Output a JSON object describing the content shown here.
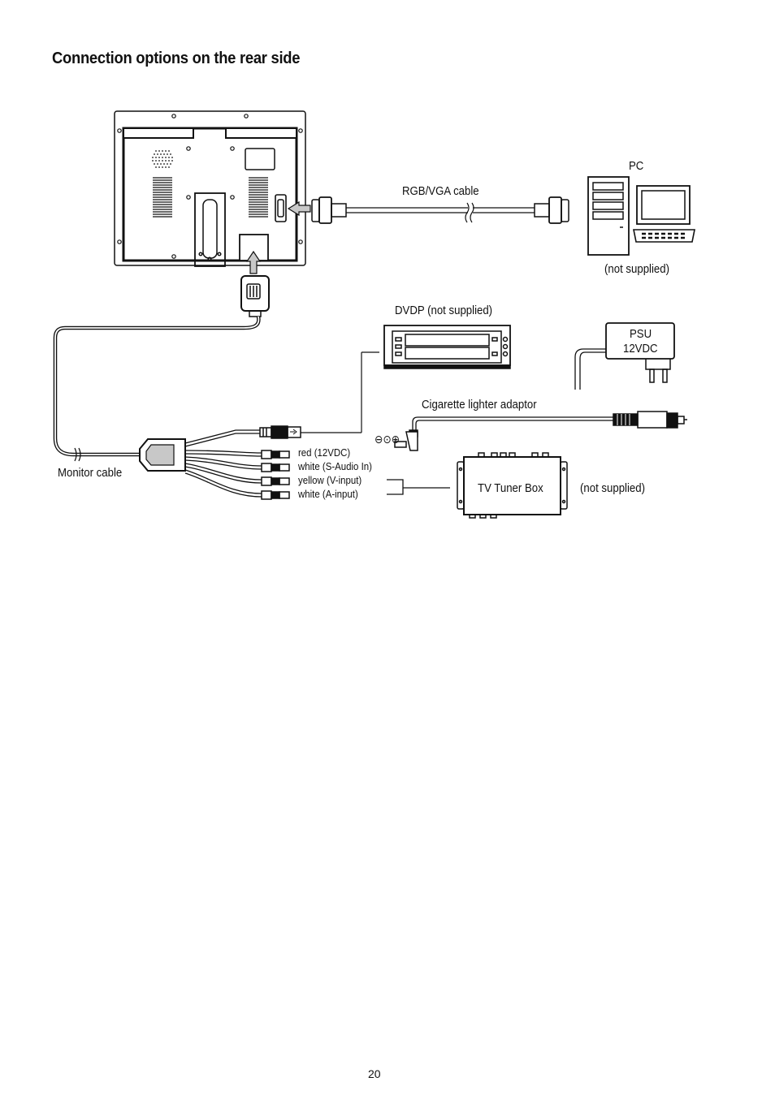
{
  "page": {
    "title": "Connection options on the rear side",
    "page_number": "20"
  },
  "labels": {
    "pc": "PC",
    "rgb_vga_cable": "RGB/VGA cable",
    "pc_not_supplied": "(not supplied)",
    "dvdp": "DVDP (not supplied)",
    "psu_line1": "PSU",
    "psu_line2": "12VDC",
    "cigarette_adaptor": "Cigarette lighter adaptor",
    "monitor_cable": "Monitor cable",
    "tv_tuner_box": "TV Tuner Box",
    "tv_not_supplied": "(not supplied)",
    "polarity": "⊖⊙⊕"
  },
  "connectors": [
    "red (12VDC)",
    "white (S-Audio In)",
    "yellow (V-input)",
    "white (A-input)"
  ]
}
